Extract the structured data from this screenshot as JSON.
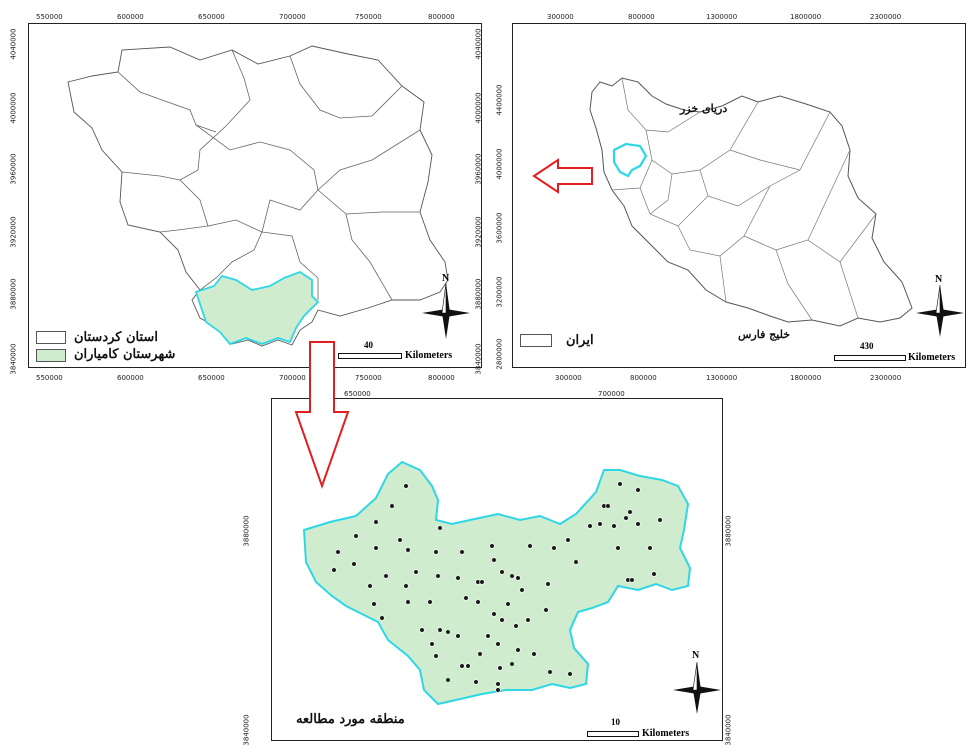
{
  "panel_kurdistan": {
    "top_ticks": [
      "550000",
      "600000",
      "650000",
      "700000",
      "750000",
      "800000"
    ],
    "bottom_ticks": [
      "550000",
      "600000",
      "650000",
      "700000",
      "750000",
      "800000"
    ],
    "left_ticks": [
      "4040000",
      "4000000",
      "3960000",
      "3920000",
      "3880000",
      "3840000"
    ],
    "right_ticks": [
      "4040000",
      "4000000",
      "3960000",
      "3920000",
      "3880000",
      "3840000"
    ],
    "legend": [
      {
        "label": "استان کردستان",
        "color": "#ffffff"
      },
      {
        "label": "شهرستان کامیاران",
        "color": "#cfeccf"
      }
    ],
    "scale_value": "40",
    "scale_unit": "Kilometers",
    "north": "N"
  },
  "panel_iran": {
    "top_ticks": [
      "300000",
      "800000",
      "1300000",
      "1800000",
      "2300000"
    ],
    "bottom_ticks": [
      "300000",
      "800000",
      "1300000",
      "1800000",
      "2300000"
    ],
    "left_ticks": [
      "4400000",
      "4000000",
      "3600000",
      "3200000",
      "2800000"
    ],
    "labels": {
      "caspian": "دریای خزر",
      "gulf": "خلیج فارس"
    },
    "legend": [
      {
        "label": "ایران",
        "color": "#ffffff"
      }
    ],
    "scale_value": "430",
    "scale_unit": "Kilometers",
    "north": "N"
  },
  "panel_study": {
    "top_ticks": [
      "650000",
      "700000"
    ],
    "left_ticks": [
      "3880000",
      "3840000"
    ],
    "right_ticks": [
      "3880000",
      "3840000"
    ],
    "title": "منطقه مورد مطالعه",
    "scale_value": "10",
    "scale_unit": "Kilometers",
    "north": "N"
  },
  "colors": {
    "study_fill": "#cfeccf",
    "study_outline": "#2fd6e6",
    "arrow": "#e02020",
    "points": "#1a1a1a"
  }
}
